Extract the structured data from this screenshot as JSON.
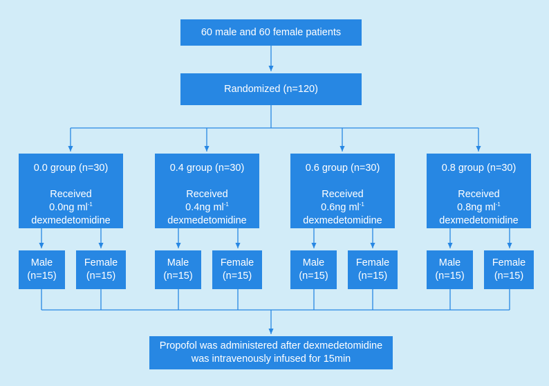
{
  "colors": {
    "box": "#2787e3",
    "line": "#2787e3",
    "background": "#d2ecf8",
    "text": "#ffffff"
  },
  "top": {
    "text": "60 male and 60 female patients"
  },
  "randomized": {
    "text": "Randomized (n=120)"
  },
  "groups": [
    {
      "title": "0.0 group (n=30)",
      "received": "Received",
      "dose": "0.0ng ml",
      "dose_sup": "-1",
      "drug": "dexmedetomidine",
      "male": {
        "label": "Male",
        "n": "(n=15)"
      },
      "female": {
        "label": "Female",
        "n": "(n=15)"
      }
    },
    {
      "title": "0.4 group (n=30)",
      "received": "Received",
      "dose": "0.4ng ml",
      "dose_sup": "-1",
      "drug": "dexmedetomidine",
      "male": {
        "label": "Male",
        "n": "(n=15)"
      },
      "female": {
        "label": "Female",
        "n": "(n=15)"
      }
    },
    {
      "title": "0.6 group (n=30)",
      "received": "Received",
      "dose": "0.6ng ml",
      "dose_sup": "-1",
      "drug": "dexmedetomidine",
      "male": {
        "label": "Male",
        "n": "(n=15)"
      },
      "female": {
        "label": "Female",
        "n": "(n=15)"
      }
    },
    {
      "title": "0.8 group (n=30)",
      "received": "Received",
      "dose": "0.8ng ml",
      "dose_sup": "-1",
      "drug": "dexmedetomidine",
      "male": {
        "label": "Male",
        "n": "(n=15)"
      },
      "female": {
        "label": "Female",
        "n": "(n=15)"
      }
    }
  ],
  "bottom": {
    "line1": "Propofol was administered after dexmedetomidine",
    "line2": "was intravenously infused for 15min"
  }
}
